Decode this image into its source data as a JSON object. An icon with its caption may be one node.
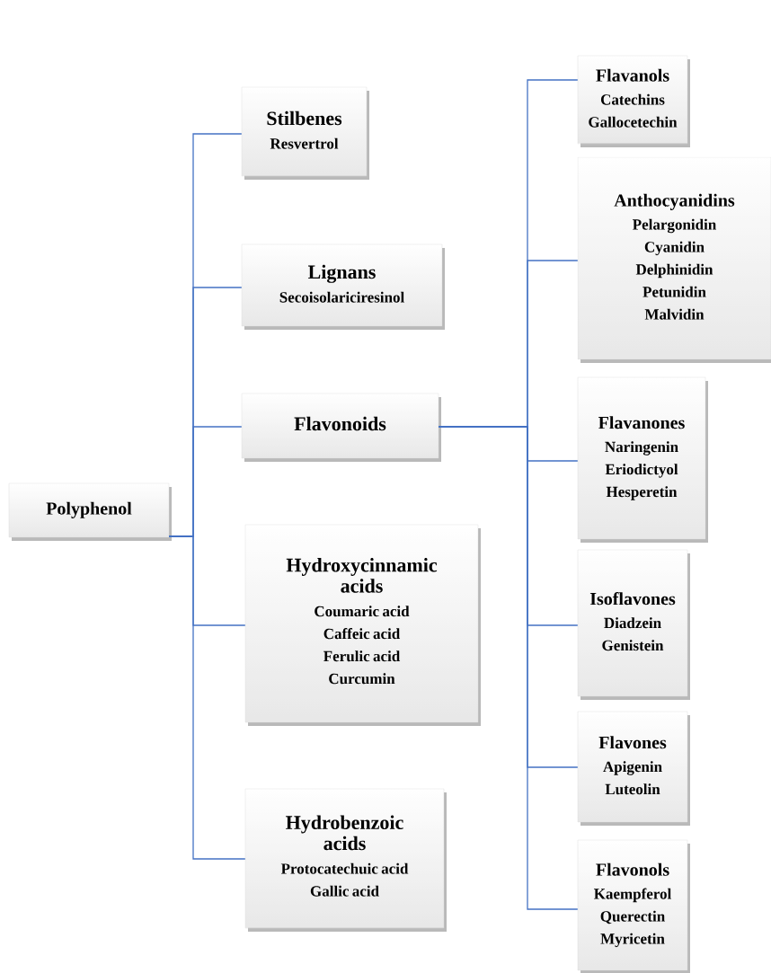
{
  "diagram": {
    "nodes": [
      {
        "text": [
          "Polyphenol"
        ]
      },
      {
        "text": [
          "Stilbenes",
          "Resvertrol"
        ]
      },
      {
        "text": [
          "Lignans",
          "Secoisolariciresinol"
        ]
      },
      {
        "text": [
          "Flavonoids"
        ]
      },
      {
        "text": [
          "Hydroxycinnamic acids",
          "Coumaric acid",
          "Caffeic acid",
          "Ferulic acid",
          "Curcumin"
        ]
      },
      {
        "text": [
          "Hydrobenzoic acids",
          "Protocatechuic acid",
          "Gallic acid"
        ]
      },
      {
        "text": [
          "Flavanols",
          "Catechins",
          "Gallocetechin"
        ]
      },
      {
        "text": [
          "Anthocyanidins",
          "Pelargonidin",
          "Cyanidin",
          "Delphinidin",
          "Petunidin",
          "Malvidin"
        ]
      },
      {
        "text": [
          "Flavanones",
          "Naringenin",
          "Eriodictyol",
          "Hesperetin"
        ]
      },
      {
        "text": [
          "Isoflavones",
          "Diadzein",
          "Genistein"
        ]
      },
      {
        "text": [
          "Flavones",
          "Apigenin",
          "Luteolin"
        ]
      },
      {
        "text": [
          "Flavonols",
          "Kaempferol",
          "Querectin",
          "Myricetin"
        ]
      }
    ],
    "edges": [
      {
        "from": 0,
        "to": 1,
        "arrow": "none"
      },
      {
        "from": 0,
        "to": 2,
        "arrow": "none"
      },
      {
        "from": 0,
        "to": 3,
        "arrow": "none"
      },
      {
        "from": 0,
        "to": 4,
        "arrow": "none"
      },
      {
        "from": 0,
        "to": 5,
        "arrow": "none"
      },
      {
        "from": 3,
        "to": 6,
        "arrow": "none"
      },
      {
        "from": 3,
        "to": 7,
        "arrow": "none"
      },
      {
        "from": 3,
        "to": 8,
        "arrow": "none"
      },
      {
        "from": 3,
        "to": 9,
        "arrow": "none"
      },
      {
        "from": 3,
        "to": 10,
        "arrow": "none"
      },
      {
        "from": 3,
        "to": 11,
        "arrow": "none"
      }
    ]
  }
}
